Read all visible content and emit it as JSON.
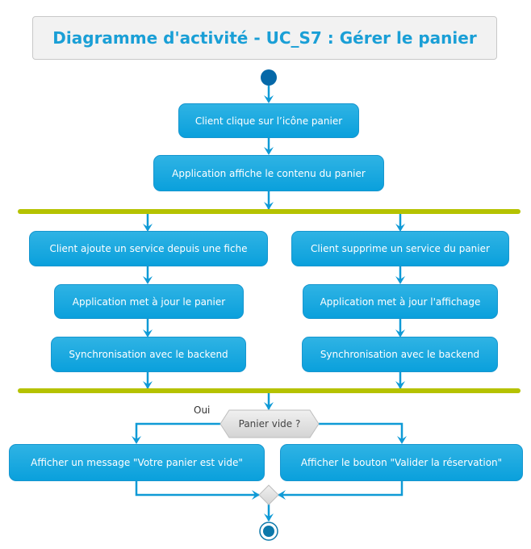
{
  "title": "Diagramme d'activité - UC_S7 : Gérer le panier",
  "colors": {
    "title_text": "#1a9fd6",
    "activity_fill": "#1ba6df",
    "arrow": "#0f9ad6",
    "fork_bar": "#b5c200",
    "start_node": "#0568a8",
    "end_node": "#0b78aa",
    "decision_fill": "#e2e2e2"
  },
  "activities": {
    "a1": "Client clique sur l’icône panier",
    "a2": "Application affiche le contenu du panier",
    "left": {
      "b1": "Client ajoute un service depuis une fiche",
      "b2": "Application met à jour le panier",
      "b3": "Synchronisation avec le backend"
    },
    "right": {
      "c1": "Client supprime un service du panier",
      "c2": "Application met à jour l'affichage",
      "c3": "Synchronisation avec le backend"
    },
    "yes_branch": "Afficher un message \"Votre panier est vide\"",
    "no_branch": "Afficher le bouton \"Valider la réservation\""
  },
  "decision": {
    "question": "Panier vide ?",
    "yes_label": "Oui"
  }
}
